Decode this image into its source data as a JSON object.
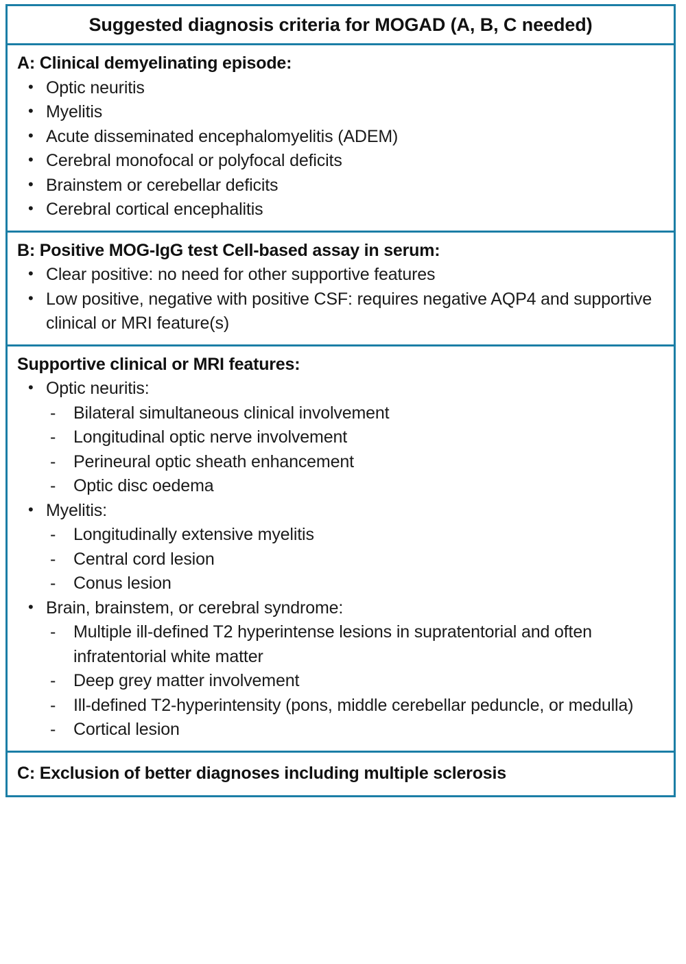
{
  "figure": {
    "kind": "diagnostic-criteria-table",
    "border_color": "#1b7ea6",
    "background_color": "#ffffff",
    "text_color": "#1a1a1a",
    "title": "Suggested diagnosis criteria for MOGAD (A, B, C needed)",
    "bullet_glyph": "•",
    "dash_glyph": "-"
  },
  "sections": [
    {
      "id": "criterion-a",
      "heading": "A: Clinical demyelinating episode:",
      "items": [
        {
          "text": "Optic neuritis"
        },
        {
          "text": "Myelitis"
        },
        {
          "text": "Acute disseminated encephalomyelitis (ADEM)"
        },
        {
          "text": "Cerebral monofocal or polyfocal deficits"
        },
        {
          "text": "Brainstem or cerebellar deficits"
        },
        {
          "text": "Cerebral cortical encephalitis"
        }
      ]
    },
    {
      "id": "criterion-b",
      "heading": "B: Positive MOG-IgG test Cell-based assay in serum:",
      "items": [
        {
          "text": "Clear positive: no need for other supportive features"
        },
        {
          "text": "Low positive, negative with positive CSF: requires negative AQP4 and supportive clinical or MRI feature(s)"
        }
      ]
    },
    {
      "id": "supportive-features",
      "heading": "Supportive clinical or MRI features:",
      "groups": [
        {
          "label": "Optic neuritis:",
          "sub_items": [
            "Bilateral simultaneous clinical involvement",
            "Longitudinal optic nerve involvement",
            "Perineural optic sheath enhancement",
            "Optic disc oedema"
          ]
        },
        {
          "label": "Myelitis:",
          "sub_items": [
            "Longitudinally extensive myelitis",
            "Central cord lesion",
            "Conus lesion"
          ]
        },
        {
          "label": "Brain, brainstem, or cerebral syndrome:",
          "sub_items": [
            "Multiple ill-defined T2 hyperintense lesions in supratentorial and often infratentorial white matter",
            "Deep grey matter involvement",
            "Ill-defined T2-hyperintensity (pons, middle cerebellar peduncle, or medulla)",
            "Cortical lesion"
          ]
        }
      ]
    },
    {
      "id": "criterion-c",
      "heading": "C: Exclusion of better diagnoses including multiple sclerosis"
    }
  ]
}
